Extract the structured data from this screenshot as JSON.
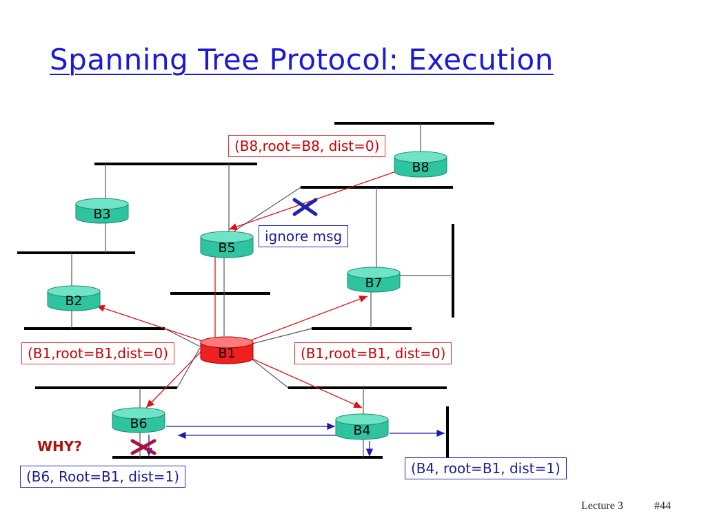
{
  "slide": {
    "title": "Spanning Tree Protocol: Execution",
    "footer_left": "Lecture 3",
    "footer_right": "#44"
  },
  "bridges": {
    "b1": "B1",
    "b2": "B2",
    "b3": "B3",
    "b4": "B4",
    "b5": "B5",
    "b6": "B6",
    "b7": "B7",
    "b8": "B8"
  },
  "messages": {
    "b8": "(B8,root=B8, dist=0)",
    "b1_left": "(B1,root=B1,dist=0)",
    "b1_right": "(B1,root=B1, dist=0)",
    "b6": "(B6, Root=B1, dist=1)",
    "b4": "(B4, root=B1, dist=1)"
  },
  "annotations": {
    "ignore": "ignore msg",
    "why": "WHY?"
  },
  "colors": {
    "title": "#1a1ad6",
    "bridge": "#2ec4a0",
    "root_bridge": "#f02020",
    "red_arrow": "#e01010",
    "blue_arrow": "#1a1ab0"
  }
}
